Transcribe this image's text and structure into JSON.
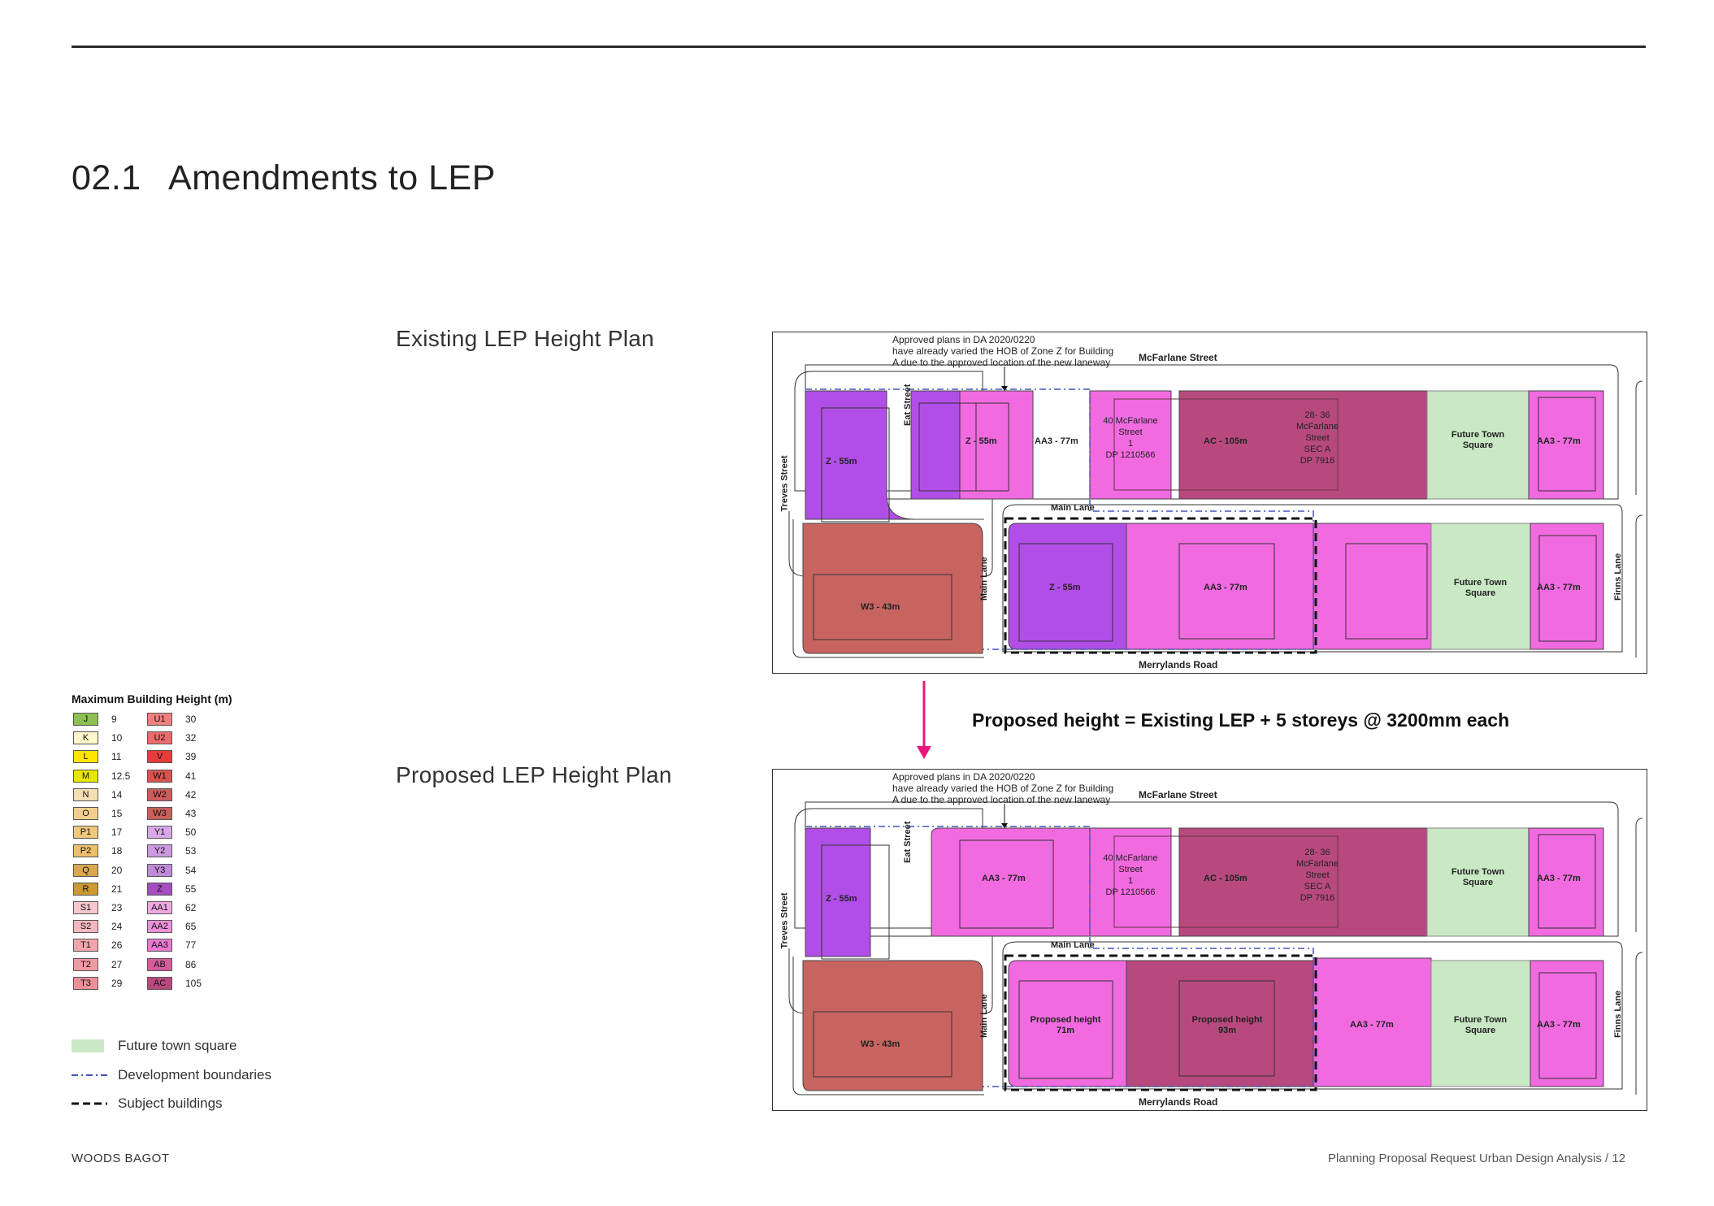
{
  "section": {
    "number": "02.1",
    "title": "Amendments to LEP"
  },
  "existing_label": "Existing LEP Height Plan",
  "proposed_label": "Proposed LEP Height Plan",
  "caption": "Proposed height = Existing LEP + 5 storeys @ 3200mm each",
  "footer": {
    "left": "WOODS BAGOT",
    "right": "Planning Proposal Request Urban Design Analysis  /  12"
  },
  "legend": {
    "title": "Maximum Building Height (m)",
    "col1": [
      {
        "code": "J",
        "value": "9",
        "color": "#8cc152"
      },
      {
        "code": "K",
        "value": "10",
        "color": "#fff6cc"
      },
      {
        "code": "L",
        "value": "11",
        "color": "#ffe600"
      },
      {
        "code": "M",
        "value": "12.5",
        "color": "#e6e600"
      },
      {
        "code": "N",
        "value": "14",
        "color": "#f5deb3"
      },
      {
        "code": "O",
        "value": "15",
        "color": "#f2d08c"
      },
      {
        "code": "P1",
        "value": "17",
        "color": "#f0c87a"
      },
      {
        "code": "P2",
        "value": "18",
        "color": "#eebf6a"
      },
      {
        "code": "Q",
        "value": "20",
        "color": "#d9a84e"
      },
      {
        "code": "R",
        "value": "21",
        "color": "#cc9933"
      },
      {
        "code": "S1",
        "value": "23",
        "color": "#f5c6cb"
      },
      {
        "code": "S2",
        "value": "24",
        "color": "#f3b8be"
      },
      {
        "code": "T1",
        "value": "26",
        "color": "#f2a5ad"
      },
      {
        "code": "T2",
        "value": "27",
        "color": "#ee9aa3"
      },
      {
        "code": "T3",
        "value": "29",
        "color": "#ec8f99"
      }
    ],
    "col2": [
      {
        "code": "U1",
        "value": "30",
        "color": "#f08080"
      },
      {
        "code": "U2",
        "value": "32",
        "color": "#ee6b6b"
      },
      {
        "code": "V",
        "value": "39",
        "color": "#e83c3c"
      },
      {
        "code": "W1",
        "value": "41",
        "color": "#d9534f"
      },
      {
        "code": "W2",
        "value": "42",
        "color": "#cd5c5c"
      },
      {
        "code": "W3",
        "value": "43",
        "color": "#c8605a"
      },
      {
        "code": "Y1",
        "value": "50",
        "color": "#d8a8e8"
      },
      {
        "code": "Y2",
        "value": "53",
        "color": "#cc99e0"
      },
      {
        "code": "Y3",
        "value": "54",
        "color": "#c08ad8"
      },
      {
        "code": "Z",
        "value": "55",
        "color": "#a64dbf"
      },
      {
        "code": "AA1",
        "value": "62",
        "color": "#f0a8e0"
      },
      {
        "code": "AA2",
        "value": "65",
        "color": "#ec90d8"
      },
      {
        "code": "AA3",
        "value": "77",
        "color": "#e87ad0"
      },
      {
        "code": "AB",
        "value": "86",
        "color": "#d45c9c"
      },
      {
        "code": "AC",
        "value": "105",
        "color": "#b8497e"
      }
    ],
    "keys": {
      "square": "Future town square",
      "boundaries": "Development boundaries",
      "subject": "Subject buildings"
    }
  },
  "maps": {
    "existing": {
      "annotation": [
        "Approved plans in DA 2020/0220",
        "have already varied the HOB of Zone Z for Building",
        "A due to the approved location of the new laneway"
      ],
      "streets": {
        "top": "McFarlane Street",
        "bottom": "Merrylands Road",
        "left": "Treves Street",
        "east": "Eat Street",
        "main_lane_h": "Main Lane",
        "main_lane_v": "Main Lane",
        "right": "Finns Lane"
      },
      "lot_40": [
        "40 McFarlane",
        "Street",
        "1",
        "DP 1210566"
      ],
      "lot_28": [
        "28- 36",
        "McFarlane",
        "Street",
        "SEC A",
        "DP 7916"
      ],
      "labels": {
        "z_left": "Z - 55m",
        "z_top": "Z - 55m",
        "aa3_top": "AA3 - 77m",
        "ac": "AC - 105m",
        "square_top": [
          "Future Town",
          "Square"
        ],
        "aa3_right_top": "AA3 - 77m",
        "w3": "W3 - 43m",
        "z_bottom": "Z - 55m",
        "aa3_bottom": "AA3 - 77m",
        "square_bottom": [
          "Future Town",
          "Square"
        ],
        "aa3_right_bottom": "AA3 - 77m"
      }
    },
    "proposed": {
      "annotation": [
        "Approved plans in DA 2020/0220",
        "have already varied the HOB of Zone Z for Building",
        "A due to the approved location of the new laneway"
      ],
      "streets": {
        "top": "McFarlane Street",
        "bottom": "Merrylands Road",
        "left": "Treves Street",
        "east": "Eat Street",
        "main_lane_h": "Main Lane",
        "main_lane_v": "Main Lane",
        "right": "Finns Lane"
      },
      "lot_40": [
        "40 McFarlane",
        "Street",
        "1",
        "DP 1210566"
      ],
      "lot_28": [
        "28- 36",
        "McFarlane",
        "Street",
        "SEC A",
        "DP 7916"
      ],
      "labels": {
        "z_left": "Z - 55m",
        "aa3_top": "AA3 - 77m",
        "ac": "AC - 105m",
        "square_top": [
          "Future Town",
          "Square"
        ],
        "aa3_right_top": "AA3 - 77m",
        "w3": "W3 - 43m",
        "prop1": [
          "Proposed height",
          "71m"
        ],
        "prop2": [
          "Proposed height",
          "93m"
        ],
        "aa3_mid": "AA3 - 77m",
        "square_bottom": [
          "Future Town",
          "Square"
        ],
        "aa3_right_bottom": "AA3 - 77m"
      }
    }
  },
  "colors": {
    "z": "#b24ee8",
    "aa3": "#f26ae0",
    "ac": "#b8497e",
    "ab": "#be4f86",
    "w3": "#c86460",
    "square": "#c9e8c4",
    "boundary": "#4455bb",
    "arrow": "#e8177d"
  }
}
